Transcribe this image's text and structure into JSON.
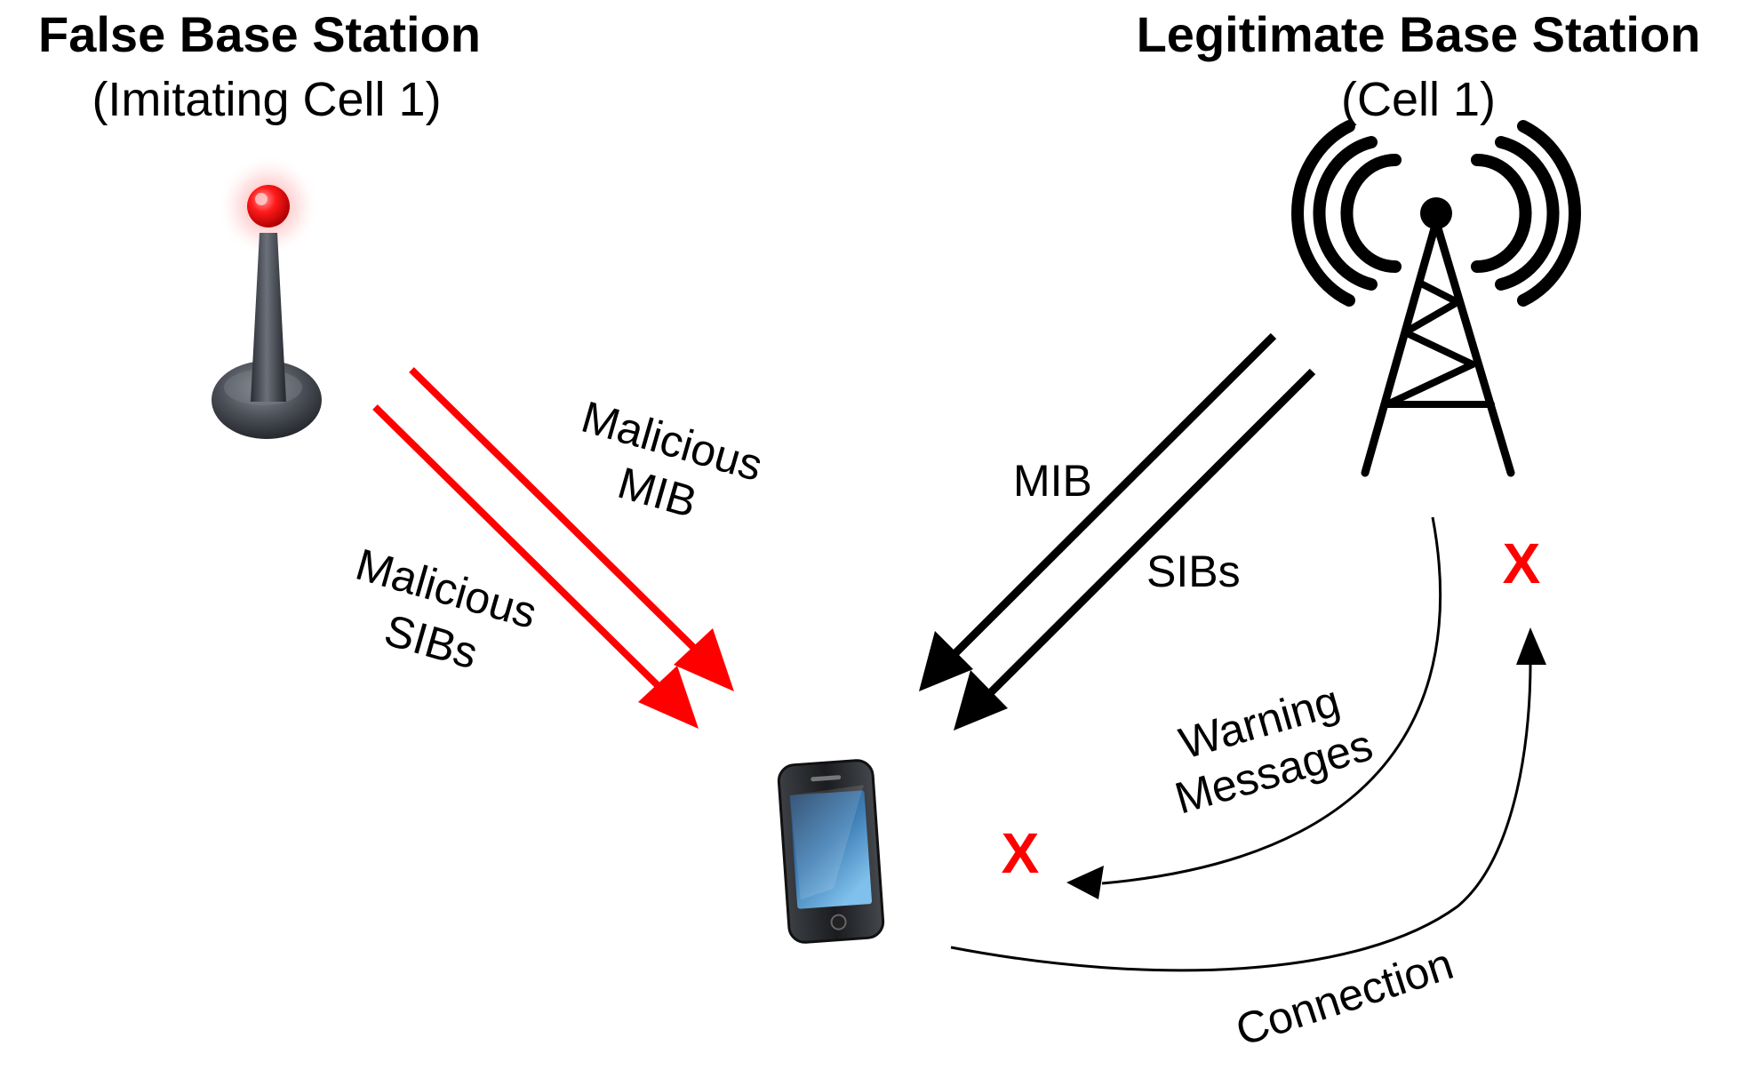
{
  "false_station": {
    "title": "False Base Station",
    "subtitle": "(Imitating Cell 1)"
  },
  "legit_station": {
    "title": "Legitimate Base Station",
    "subtitle": "(Cell 1)"
  },
  "arrows": {
    "malicious_mib": [
      "Malicious",
      "MIB"
    ],
    "malicious_sibs": [
      "Malicious",
      "SIBs"
    ],
    "mib": "MIB",
    "sibs": "SIBs",
    "warning_messages": [
      "Warning",
      "Messages"
    ],
    "connection": "Connection"
  },
  "blocked_marks": {
    "near_phone": "X",
    "near_tower": "X"
  },
  "colors": {
    "malicious": "#ff0000",
    "legitimate": "#000000",
    "blocked": "#ff0000"
  },
  "icons": {
    "false_station": "red-beacon-antenna-icon",
    "legit_station": "radio-tower-icon",
    "device": "smartphone-icon"
  }
}
